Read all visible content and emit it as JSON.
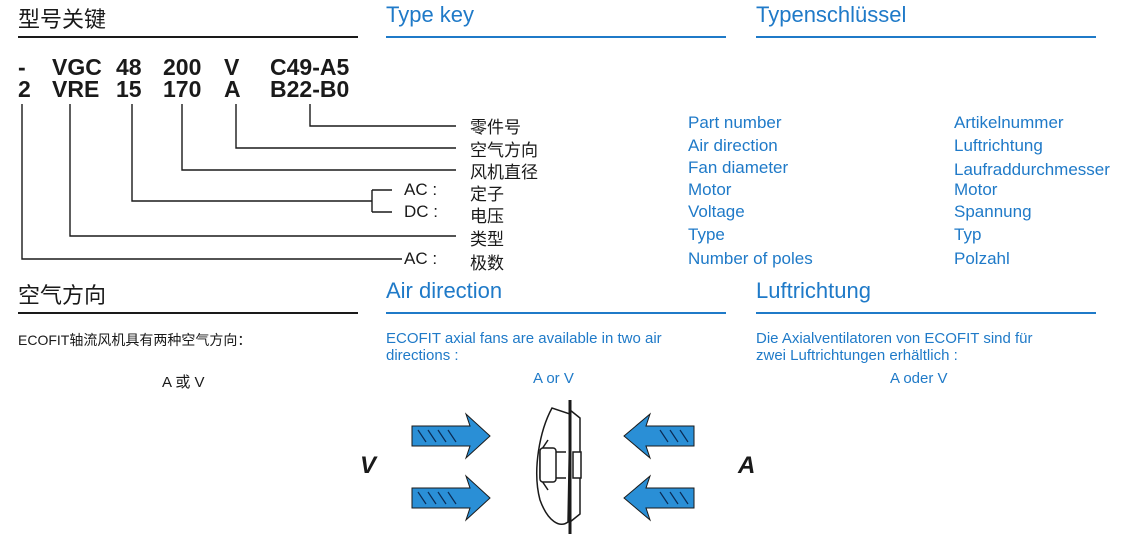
{
  "headers": {
    "type_key_cn": "型号关键",
    "type_key_en": "Type key",
    "type_key_de": "Typenschlüssel",
    "air_dir_cn": "空气方向",
    "air_dir_en": "Air direction",
    "air_dir_de": "Luftrichtung"
  },
  "code_rows": [
    [
      "-",
      "VGC",
      "48",
      "200",
      "V",
      "C49-A5"
    ],
    [
      "2",
      "VRE",
      "15",
      "170",
      "A",
      "B22-B0"
    ]
  ],
  "key_items": [
    {
      "prefix": "",
      "cn": "零件号",
      "en": "Part number",
      "de": "Artikelnummer"
    },
    {
      "prefix": "",
      "cn": "空气方向",
      "en": "Air direction",
      "de": "Luftrichtung"
    },
    {
      "prefix": "",
      "cn": "风机直径",
      "en": "Fan diameter",
      "de": "Laufraddurchmesser"
    },
    {
      "prefix": "AC :",
      "cn": "定子",
      "en": "Motor",
      "de": "Motor"
    },
    {
      "prefix": "DC :",
      "cn": "电压",
      "en": "Voltage",
      "de": "Spannung"
    },
    {
      "prefix": "",
      "cn": "类型",
      "en": "Type",
      "de": "Typ"
    },
    {
      "prefix": "AC :",
      "cn": "极数",
      "en": "Number of poles",
      "de": "Polzahl"
    }
  ],
  "air_direction": {
    "cn_text": "ECOFIT轴流风机具有两种空气方向：",
    "cn_sub": "A 或 V",
    "en_text_1": "ECOFIT axial fans are available in two air",
    "en_text_2": "directions :",
    "en_sub": "A or V",
    "de_text_1": "Die Axialventilatoren von ECOFIT sind für",
    "de_text_2": "zwei Luftrichtungen erhältlich :",
    "de_sub": "A oder V",
    "label_v": "V",
    "label_a": "A"
  },
  "colors": {
    "accent": "#1f7ac8",
    "text": "#1a1a1a",
    "arrow": "#2a8fd6"
  }
}
